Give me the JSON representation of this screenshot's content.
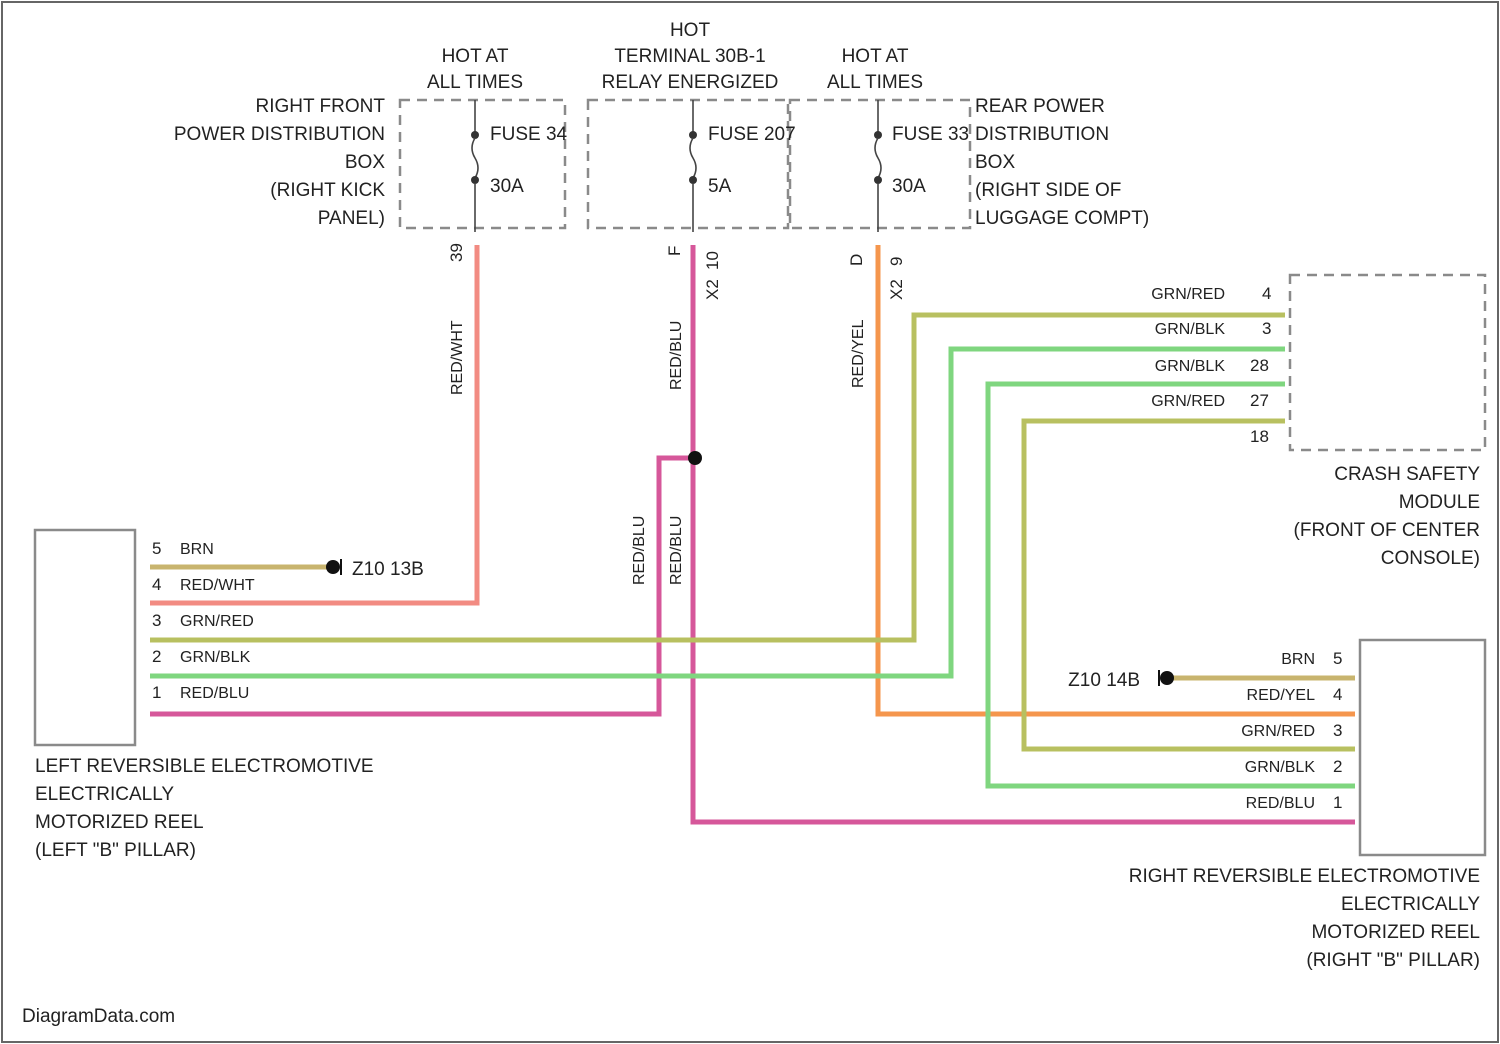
{
  "colors": {
    "red_wht": "#f28b82",
    "red_blu": "#d6579a",
    "red_yel": "#f5964d",
    "grn_red": "#b8c060",
    "grn_blk": "#7fd67f",
    "brn": "#c8b46e",
    "box_border": "#8a8a8a"
  },
  "power": {
    "hot1": [
      "HOT AT",
      "ALL TIMES"
    ],
    "hot2": [
      "HOT",
      "TERMINAL 30B-1",
      "RELAY ENERGIZED"
    ],
    "hot3": [
      "HOT AT",
      "ALL TIMES"
    ],
    "left_box_label": [
      "RIGHT FRONT",
      "POWER DISTRIBUTION",
      "BOX",
      "(RIGHT KICK",
      "PANEL)"
    ],
    "right_box_label": [
      "REAR POWER",
      "DISTRIBUTION",
      "BOX",
      "(RIGHT SIDE OF",
      "LUGGAGE COMPT)"
    ]
  },
  "fuses": [
    {
      "name": "FUSE 34",
      "rating": "30A",
      "connector": "39",
      "wire": "RED/WHT"
    },
    {
      "name": "FUSE 207",
      "rating": "5A",
      "connector_top": "F",
      "connector_bottom": "10",
      "connector_side": "X2",
      "wire": "RED/BLU"
    },
    {
      "name": "FUSE 33",
      "rating": "30A",
      "connector_top": "D",
      "connector_bottom": "9",
      "connector_side": "X2",
      "wire": "RED/YEL"
    }
  ],
  "crash_module": {
    "label": [
      "CRASH SAFETY",
      "MODULE",
      "(FRONT OF CENTER",
      "CONSOLE)"
    ],
    "pins": [
      {
        "wire": "GRN/RED",
        "pin": "4"
      },
      {
        "wire": "GRN/BLK",
        "pin": "3"
      },
      {
        "wire": "GRN/BLK",
        "pin": "28"
      },
      {
        "wire": "GRN/RED",
        "pin": "27"
      },
      {
        "wire": "",
        "pin": "18"
      }
    ]
  },
  "left_reel": {
    "label": [
      "LEFT REVERSIBLE ELECTROMOTIVE",
      "ELECTRICALLY",
      "MOTORIZED REEL",
      "(LEFT \"B\" PILLAR)"
    ],
    "pins": [
      {
        "pin": "5",
        "wire": "BRN"
      },
      {
        "pin": "4",
        "wire": "RED/WHT"
      },
      {
        "pin": "3",
        "wire": "GRN/RED"
      },
      {
        "pin": "2",
        "wire": "GRN/BLK"
      },
      {
        "pin": "1",
        "wire": "RED/BLU"
      }
    ],
    "ground": "Z10 13B"
  },
  "right_reel": {
    "label": [
      "RIGHT REVERSIBLE ELECTROMOTIVE",
      "ELECTRICALLY",
      "MOTORIZED REEL",
      "(RIGHT \"B\" PILLAR)"
    ],
    "pins": [
      {
        "pin": "5",
        "wire": "BRN"
      },
      {
        "pin": "4",
        "wire": "RED/YEL"
      },
      {
        "pin": "3",
        "wire": "GRN/RED"
      },
      {
        "pin": "2",
        "wire": "GRN/BLK"
      },
      {
        "pin": "1",
        "wire": "RED/BLU"
      }
    ],
    "ground": "Z10 14B"
  },
  "vertical_labels": {
    "v1": "RED/WHT",
    "v2": "RED/BLU",
    "v3": "RED/YEL",
    "v4": "RED/BLU",
    "v5": "RED/BLU"
  },
  "watermark": "DiagramData.com"
}
